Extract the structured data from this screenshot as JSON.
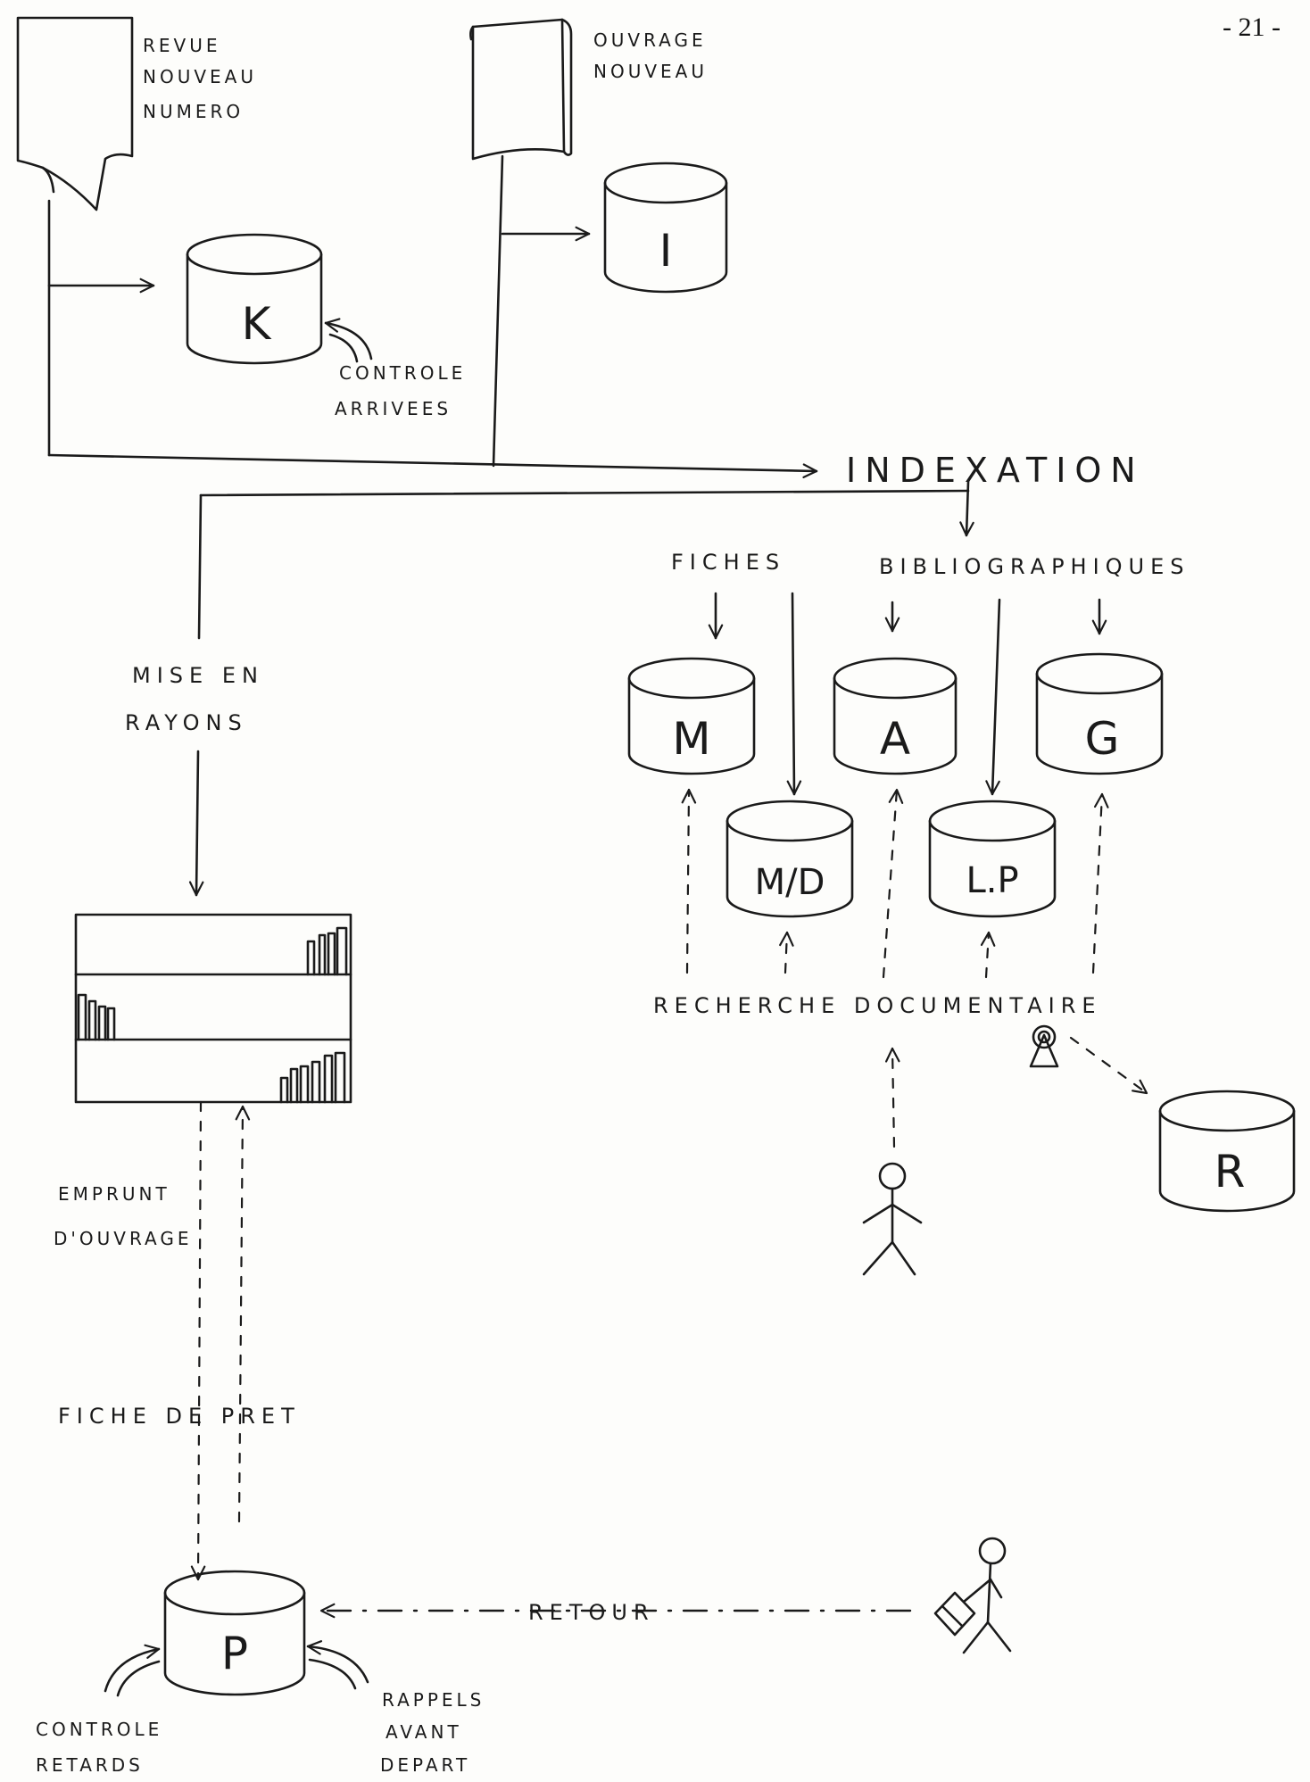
{
  "page_number": "- 21 -",
  "inputs": {
    "revue": [
      "REVUE",
      "NOUVEAU",
      "NUMERO"
    ],
    "ouvrage": [
      "OUVRAGE",
      "NOUVEAU"
    ]
  },
  "stores": {
    "K": "K",
    "I": "I",
    "M": "M",
    "A": "A",
    "G": "G",
    "MD": "M/D",
    "LP": "L.P",
    "R": "R",
    "P": "P"
  },
  "labels": {
    "controle_arrivees": [
      "CONTROLE",
      "ARRIVEES"
    ],
    "indexation": "INDEXATION",
    "fiches": "FICHES",
    "bibliographiques": "BIBLIOGRAPHIQUES",
    "mise_en_rayons": [
      "MISE EN",
      "RAYONS"
    ],
    "recherche_documentaire": "RECHERCHE DOCUMENTAIRE",
    "emprunt": [
      "EMPRUNT",
      "D'OUVRAGE"
    ],
    "fiche_de_pret": "FICHE DE PRET",
    "retour": "RETOUR",
    "controle_retards": [
      "CONTROLE",
      "RETARDS"
    ],
    "rappels": [
      "RAPPELS",
      "AVANT",
      "DEPART"
    ]
  }
}
